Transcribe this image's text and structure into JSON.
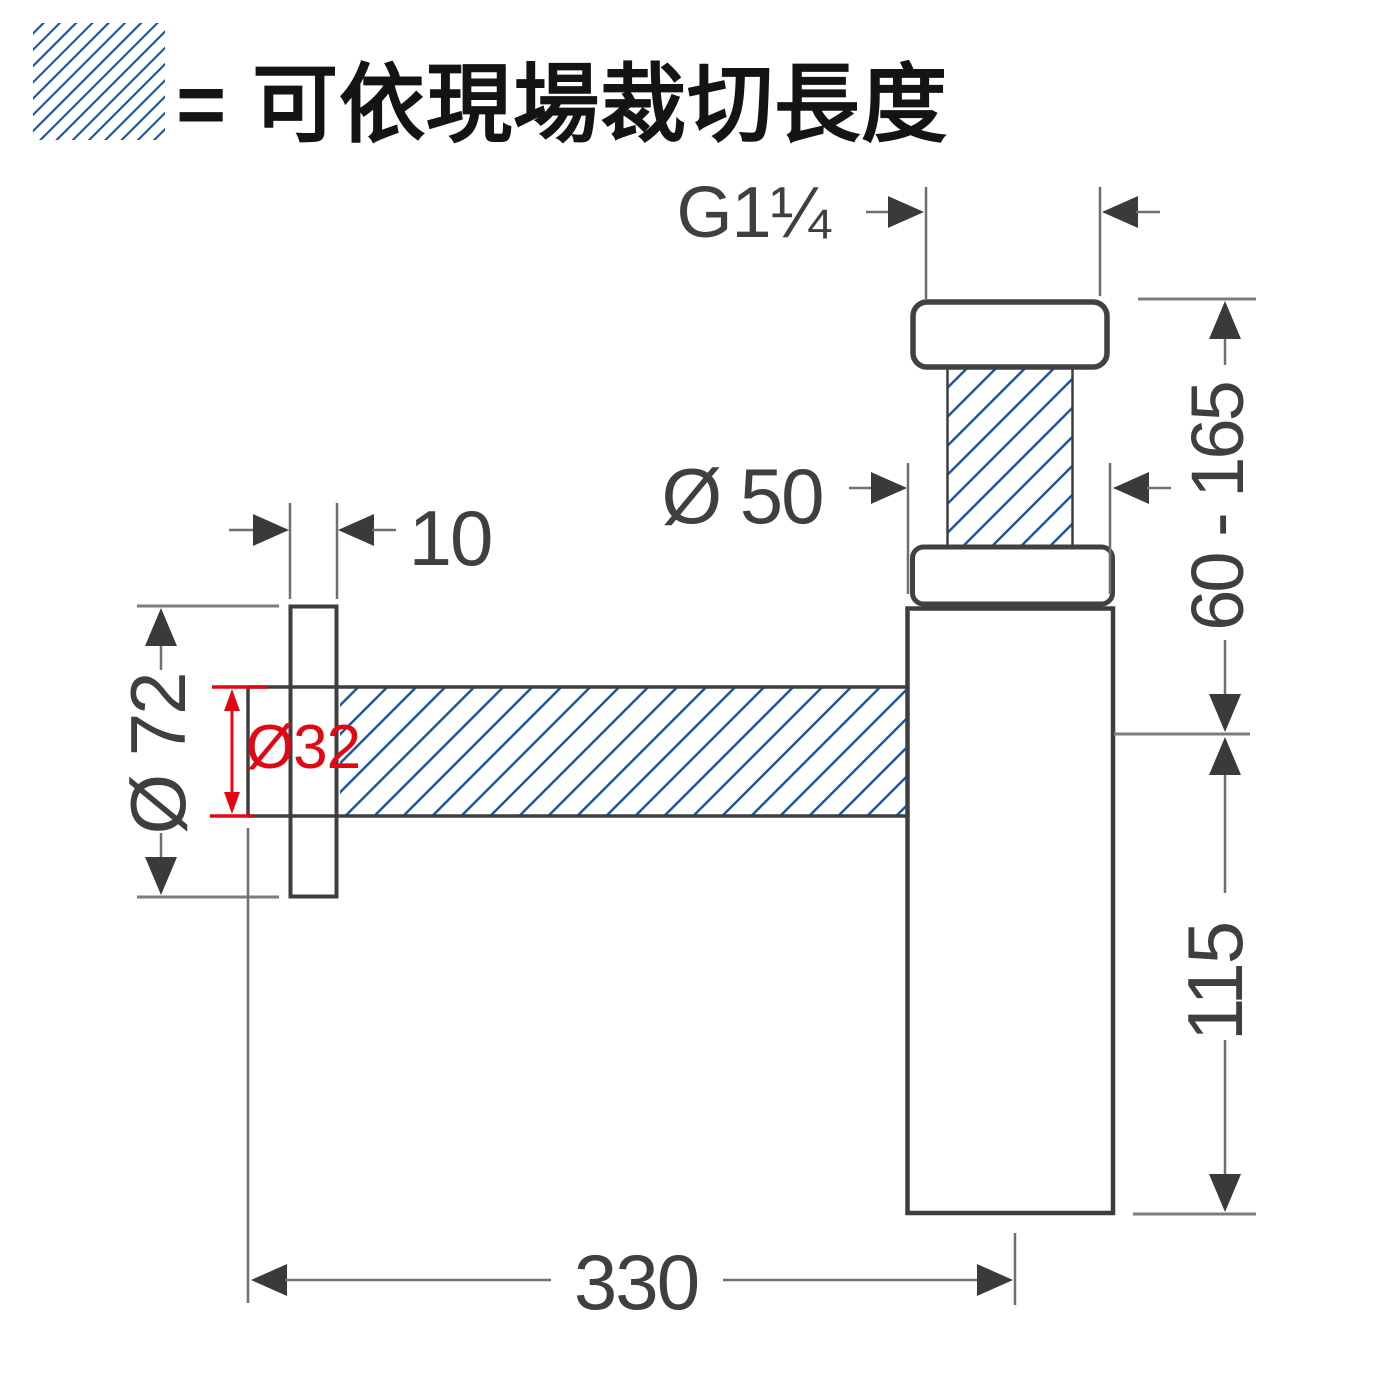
{
  "title": "bottle-trap dimension drawing",
  "legend": {
    "swatch": "blue-diagonal-hatch",
    "label": "= 可依現場裁切長度"
  },
  "dimensions": {
    "thread_size": "G1¼",
    "trap_body_diameter": "Ø 50",
    "flange_thickness": "10",
    "flange_diameter": "Ø 72",
    "pipe_diameter": "Ø32",
    "inlet_height_range": "60 - 165",
    "body_drop_height": "115",
    "wall_to_trap_center": "330"
  },
  "colors": {
    "hatch_blue": "#1553a3",
    "dimension_red": "#e30613",
    "outline_dark": "#3e3e3e",
    "dimension_gray": "#6f6f6f"
  }
}
